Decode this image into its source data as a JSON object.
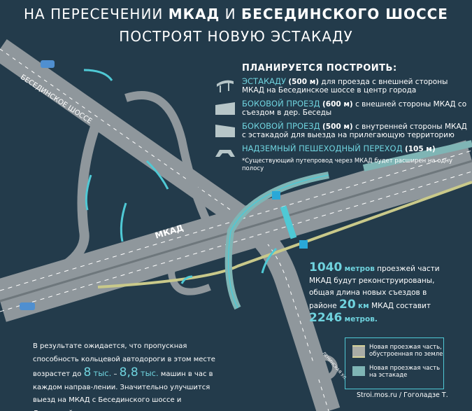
{
  "title": {
    "line1_pre": "НА ПЕРЕСЕЧЕНИИ ",
    "line1_b1": "МКАД",
    "line1_mid": " И ",
    "line1_b2": "БЕСЕДИНСКОГО ШОССЕ",
    "line2": "ПОСТРОЯТ НОВУЮ ЭСТАКАДУ"
  },
  "road_labels": {
    "beseda": "БЕСЕДИНСКОЕ ШОССЕ",
    "mkad": "МКАД",
    "leninskaya": "ЛЕНИНСКАЯ УЛ."
  },
  "plan": {
    "heading": "ПЛАНИРУЕТСЯ ПОСТРОИТЬ:",
    "items": [
      {
        "name": "ЭСТАКАДУ",
        "len": "(500 м)",
        "text": " для проезда с внешней стороны МКАД на Бесединское шоссе в центр города",
        "icon": "overpass-icon"
      },
      {
        "name": "БОКОВОЙ ПРОЕЗД",
        "len": "(600 м)",
        "text": " с внешней стороны МКАД со съездом в дер. Беседы",
        "icon": "side-road-icon"
      },
      {
        "name": "БОКОВОЙ ПРОЕЗД",
        "len": "(500 м)",
        "text": " с внутренней стороны МКАД с эстакадой для выезда на прилегающую территорию",
        "icon": "side-road-ramp-icon"
      },
      {
        "name": "НАДЗЕМНЫЙ ПЕШЕХОДНЫЙ ПЕРЕХОД",
        "len": "(105 м)",
        "text": "",
        "icon": "pedestrian-bridge-icon"
      }
    ],
    "note": "*Существующий путепровод через МКАД будет расширен на одну полосу"
  },
  "stats": {
    "n1": "1040",
    "u1": "метров",
    "t1": " проезжей части МКАД будут реконструированы, общая длина новых съездов в районе ",
    "n2": "20",
    "u2": "км",
    "t2": " МКАД составит ",
    "n3": "2246",
    "u3": "метров."
  },
  "bottom": {
    "t1": "В результате ожидается, что пропускная способность кольцевой автодороги в этом месте возрастет до ",
    "n1": "8",
    "u1": "тыс.",
    "dash": " – ",
    "n2": "8,8",
    "u2": "тыс.",
    "t2": " машин в час в каждом направ-лении. Значительно улучшится выезд на МКАД с Бесединского шоссе и Ленинской улицы."
  },
  "legend": {
    "ground": "Новая проезжая часть, обустроенная по земле",
    "overpass": "Новая проезжая часть на эстакаде"
  },
  "credit": "Stroi.mos.ru / Гоголадзе Т.",
  "colors": {
    "bg": "#233b4b",
    "accent": "#6fd3de",
    "road": "#9aa3a8",
    "overpass": "#7fb5b5"
  }
}
